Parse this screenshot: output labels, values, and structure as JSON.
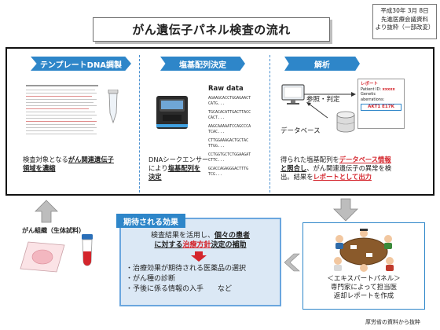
{
  "title": "がん遺伝子パネル検査の流れ",
  "source_note": [
    "平成30年 3月 8日",
    "先進医療会議資料",
    "より抜粋（一部改変）"
  ],
  "steps": [
    {
      "header": "テンプレートDNA調製",
      "desc_plain1": "検査対象となる",
      "desc_em1": "がん関連遺伝子",
      "desc_em2": "領域を濃縮"
    },
    {
      "header": "塩基配列決定",
      "desc_plain1": "DNAシークエンサー",
      "desc_plain2": "により",
      "desc_em1": "塩基配列を",
      "desc_em2": "決定"
    },
    {
      "header": "解析",
      "desc_plain1": "得られた塩基配列を",
      "desc_em1": "データベース情報",
      "desc_em2": "と照合し",
      "desc_plain2": "、がん関連遺伝子の異常を検",
      "desc_plain3": "出。結果を",
      "desc_em3": "レポートとして出力"
    }
  ],
  "raw_data": {
    "title": "Raw data",
    "lines": [
      "AGAAGCACCTGGAGAACT",
      "CATG...",
      "TGCACACATTGACTTACC",
      "CACT...",
      "AAGCAAAAATCCAGCCCA",
      "TCAC...",
      "CTTGGAAAGACTGCTAC",
      "TTGG...",
      "CCTGGTGCTCTGGAAGAT",
      "CTTC...",
      "GCACCAGAGGGACTTTG",
      "TCG..."
    ]
  },
  "analysis": {
    "compare_label": "参照・判定",
    "database_label": "データベース",
    "report": {
      "title": "レポート",
      "patient_label": "Patient ID:",
      "patient_value": "xxxxx",
      "genetic_label": "Genetic",
      "aberrations_label": "aberrations:",
      "mutation": "AKT1 E17K"
    }
  },
  "tissue_label": "がん組織（生体試料）",
  "effects": {
    "tab": "期待される効果",
    "line1": "検査結果を活用し、",
    "line1_em": "個々の患者",
    "line2_em1": "に対する",
    "line2_red": "治療方針",
    "line2_em2": "決定の補助",
    "bullets": [
      "・治療効果が期待される医薬品の選択",
      "・がん種の診断",
      "・予後に係る情報の入手　　など"
    ]
  },
  "expert_panel": {
    "title": "＜エキスパートパネル＞",
    "line2": "専門家によって担当医",
    "line3": "返却レポートを作成"
  },
  "credit": "厚労省の資料から抜粋",
  "colors": {
    "accent_blue": "#2e86c9",
    "emphasis_red": "#d4252c",
    "panel_bg": "#dbe8f5",
    "arrow_gray": "#bdbdbd"
  }
}
